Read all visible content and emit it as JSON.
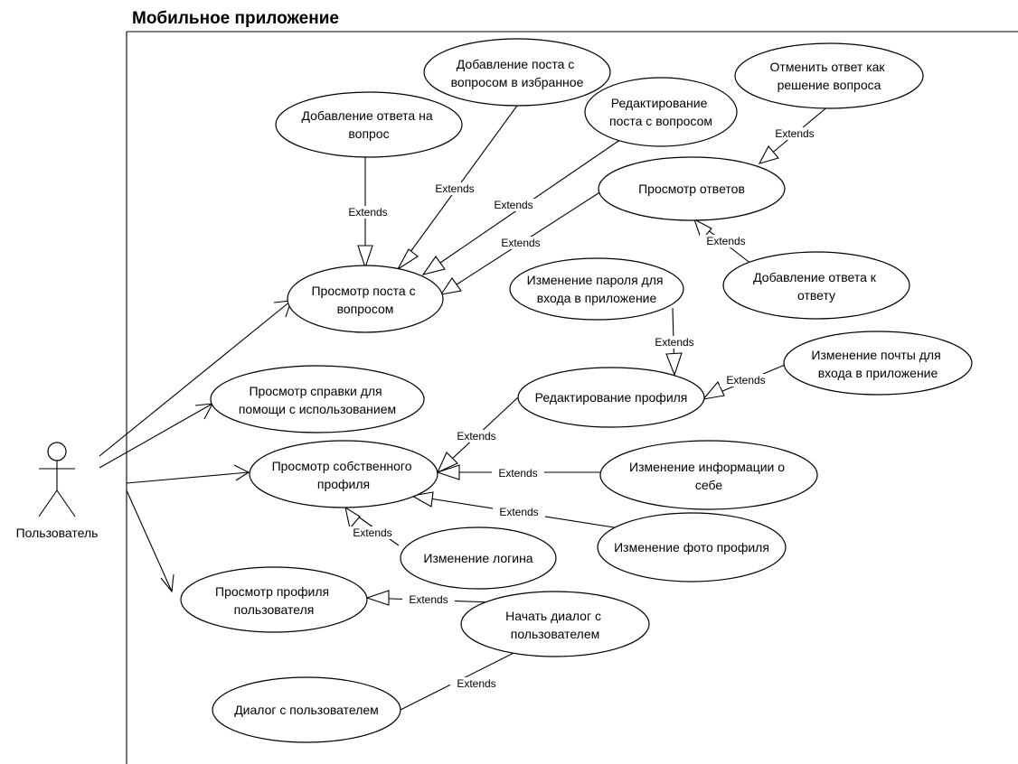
{
  "system": {
    "title": "Мобильное приложение"
  },
  "actor": {
    "name": "Пользователь"
  },
  "use_cases": {
    "add_answer": [
      "Добавление ответа на",
      "вопрос"
    ],
    "fav_post": [
      "Добавление поста с",
      "вопросом в избранное"
    ],
    "edit_post": [
      "Редактирование",
      "поста с вопросом"
    ],
    "cancel_answer": [
      "Отменить ответ как",
      "решение вопроса"
    ],
    "view_answers": [
      "Просмотр ответов"
    ],
    "reply_answer": [
      "Добавление ответа к",
      "ответу"
    ],
    "view_post": [
      "Просмотр поста с",
      "вопросом"
    ],
    "change_password": [
      "Изменение пароля для",
      "входа в приложение"
    ],
    "change_email": [
      "Изменение почты для",
      "входа в приложение"
    ],
    "edit_profile": [
      "Редактирование профиля"
    ],
    "view_help": [
      "Просмотр справки для",
      "помощи с использованием"
    ],
    "view_own_profile": [
      "Просмотр собственного",
      "профиля"
    ],
    "change_info": [
      "Изменение информации о",
      "себе"
    ],
    "change_photo": [
      "Изменение фото профиля"
    ],
    "change_login": [
      "Изменение логина"
    ],
    "view_user_profile": [
      "Просмотр профиля",
      "пользователя"
    ],
    "start_dialog": [
      "Начать диалог с",
      "пользователем"
    ],
    "dialog": [
      "Диалог с пользователем"
    ]
  },
  "relation_label": "Extends"
}
